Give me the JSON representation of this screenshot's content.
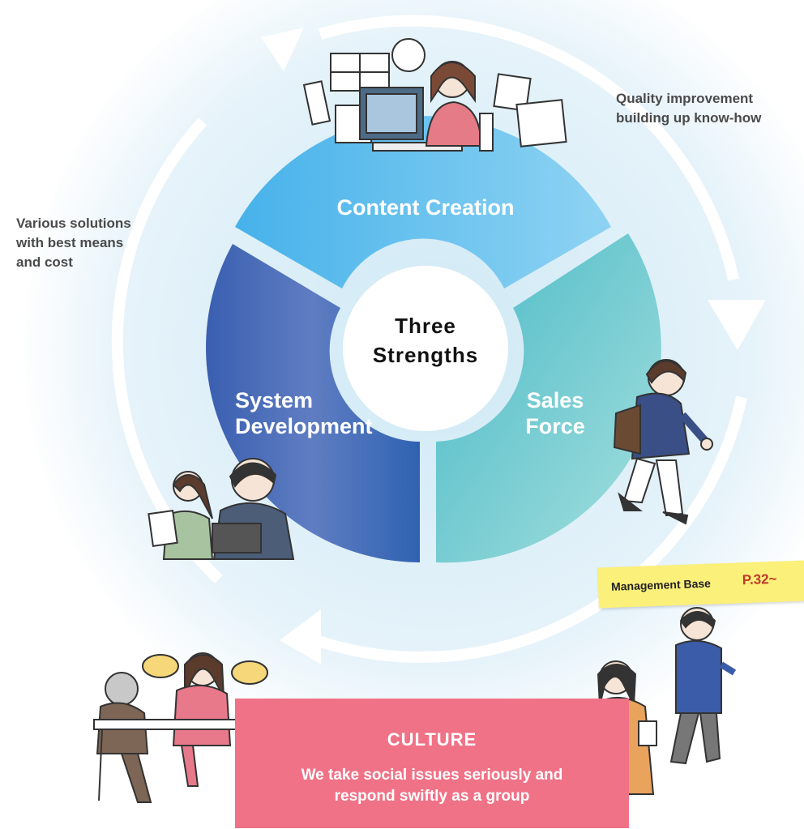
{
  "center": {
    "line1": "Three",
    "line2": "Strengths"
  },
  "segments": {
    "content_creation": "Content Creation",
    "system_development": {
      "line1": "System",
      "line2": "Development"
    },
    "sales_force": {
      "line1": "Sales",
      "line2": "Force"
    }
  },
  "labels": {
    "left": {
      "line1": "Various solutions",
      "line2": "with best means",
      "line3": "and cost"
    },
    "right": {
      "line1": "Quality improvement",
      "line2": "building up know-how"
    }
  },
  "management_base": {
    "label": "Management Base",
    "page": "P.32~"
  },
  "culture": {
    "title": "CULTURE",
    "line1": "We take social issues seriously and",
    "line2": "respond swiftly as a group"
  },
  "colors": {
    "content_creation": "#5bbdee",
    "system_development": "#3c66b8",
    "sales_force": "#58c2c6",
    "culture": "#f07287",
    "note": "#fbf07a"
  }
}
